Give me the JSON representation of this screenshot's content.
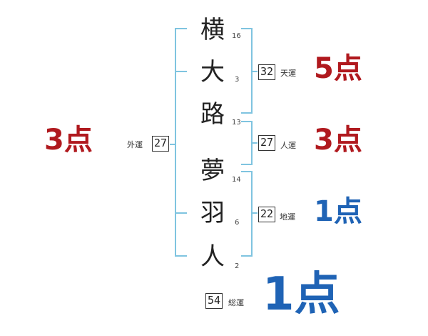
{
  "name_chars": [
    {
      "char": "横",
      "strokes": "16"
    },
    {
      "char": "大",
      "strokes": "3"
    },
    {
      "char": "路",
      "strokes": "13"
    },
    {
      "char": "夢",
      "strokes": "14"
    },
    {
      "char": "羽",
      "strokes": "6"
    },
    {
      "char": "人",
      "strokes": "2"
    }
  ],
  "gaiun": {
    "label": "外運",
    "value": "27",
    "score": "3点"
  },
  "tenun": {
    "label": "天運",
    "value": "32",
    "score": "5点"
  },
  "jinun": {
    "label": "人運",
    "value": "27",
    "score": "3点"
  },
  "chiun": {
    "label": "地運",
    "value": "22",
    "score": "1点"
  },
  "souun": {
    "label": "総運",
    "value": "54",
    "score": "1点"
  },
  "colors": {
    "bracket": "#7fc4e0",
    "score_red": "#b0191e",
    "score_blue": "#1f63b5"
  }
}
